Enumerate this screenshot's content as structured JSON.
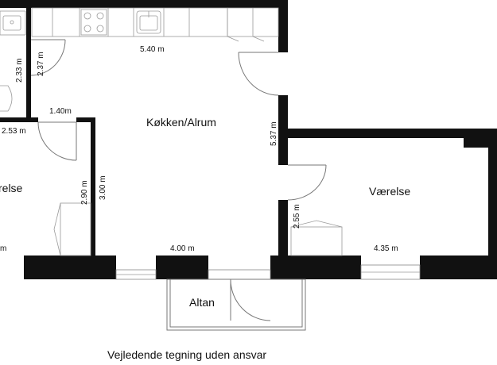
{
  "rooms": {
    "kitchen": "Køkken/Alrum",
    "bedroom_right": "Værelse",
    "bedroom_left": "relse",
    "balcony": "Altan"
  },
  "dimensions": {
    "kitchen_width_top": "5.40 m",
    "kitchen_depth": "5.37 m",
    "entry_height": "2.37 m",
    "bath_height": "2.33 m",
    "hall_width": "1.40m",
    "left_room_width": "2.53 m",
    "left_wall_height": "2.90 m",
    "kitchen_left_height": "3.00 m",
    "kitchen_width_bottom": "4.00 m",
    "right_room_height": "2.55 m",
    "right_room_width": "4.35 m",
    "left_room_partial": "m"
  },
  "caption": "Vejledende tegning uden ansvar"
}
